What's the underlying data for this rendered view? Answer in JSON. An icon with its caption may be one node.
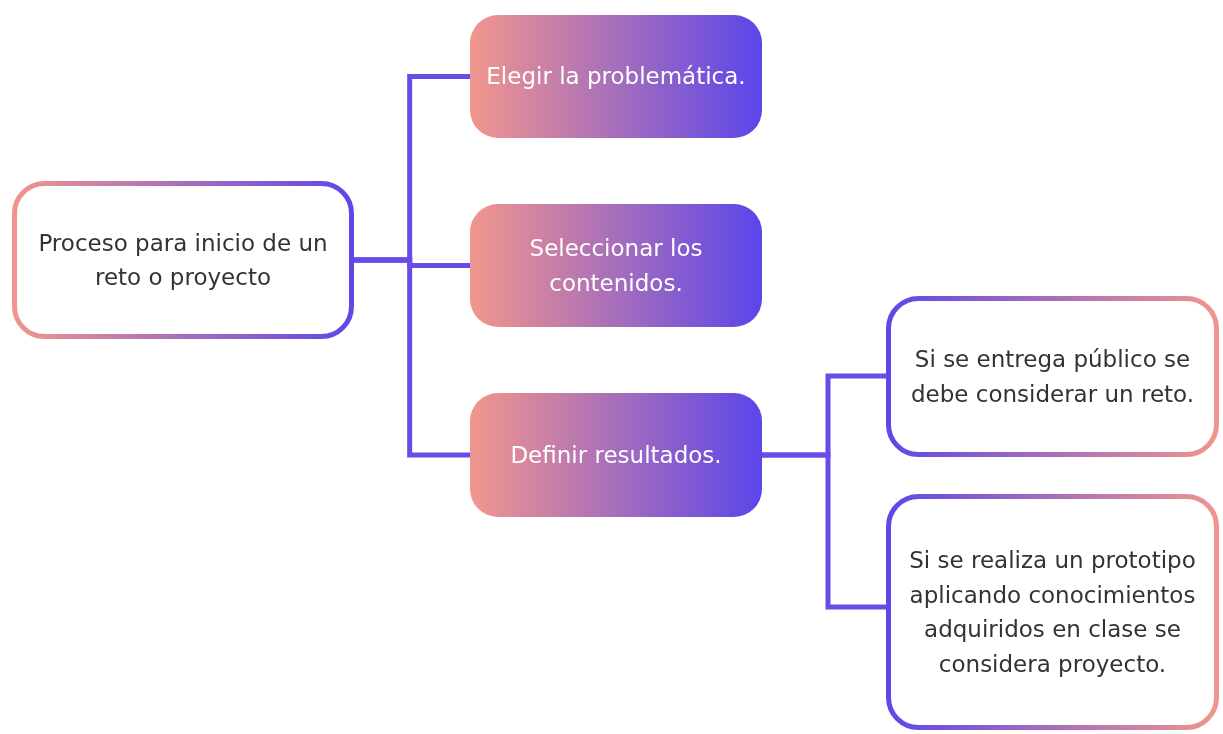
{
  "diagram": {
    "nodes": [
      {
        "text": [
          "Proceso para inicio de un reto o proyecto"
        ]
      },
      {
        "text": [
          "Elegir la problemática."
        ]
      },
      {
        "text": [
          "Seleccionar los contenidos."
        ]
      },
      {
        "text": [
          "Definir resultados."
        ]
      },
      {
        "text": [
          "Si se entrega público se debe considerar un reto."
        ]
      },
      {
        "text": [
          "Si se realiza un prototipo aplicando conocimientos adquiridos en clase se considera proyecto."
        ]
      }
    ],
    "edges": [
      {
        "from": 0,
        "to": 1,
        "arrow": "none"
      },
      {
        "from": 0,
        "to": 2,
        "arrow": "none"
      },
      {
        "from": 0,
        "to": 3,
        "arrow": "none"
      },
      {
        "from": 3,
        "to": 4,
        "arrow": "none"
      },
      {
        "from": 3,
        "to": 5,
        "arrow": "none"
      }
    ]
  }
}
